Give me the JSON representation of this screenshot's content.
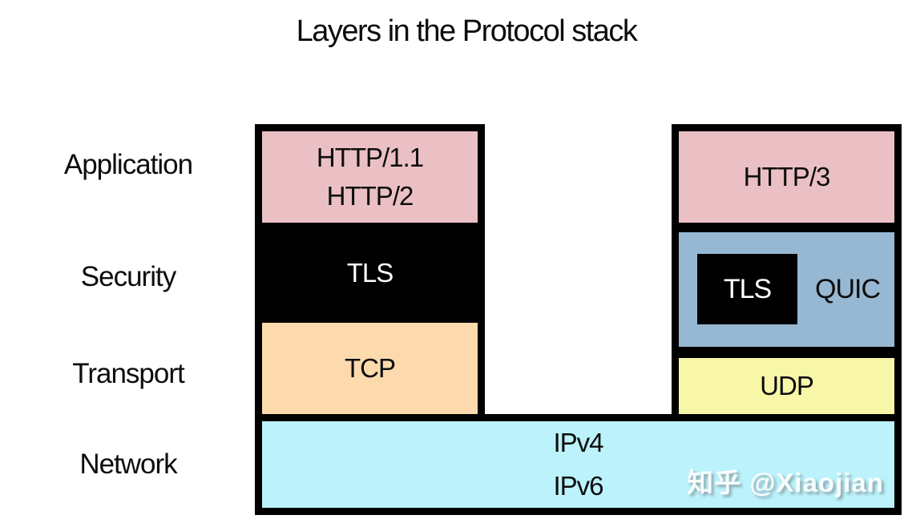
{
  "title": "Layers in the Protocol stack",
  "layer_labels": [
    "Application",
    "Security",
    "Transport",
    "Network"
  ],
  "tcp_stack": {
    "application_line1": "HTTP/1.1",
    "application_line2": "HTTP/2",
    "security": "TLS",
    "transport": "TCP"
  },
  "quic_stack": {
    "application": "HTTP/3",
    "security_inner": "TLS",
    "security_label": "QUIC",
    "transport": "UDP"
  },
  "network_layer": {
    "line1": "IPv4",
    "line2": "IPv6"
  },
  "watermark": "知乎 @Xiaojian",
  "colors": {
    "application_fill": "#eac0c5",
    "tls_fill": "#000000",
    "tcp_fill": "#fcdaae",
    "quic_fill": "#97b8d3",
    "udp_fill": "#f8f6a7",
    "network_fill": "#bbf2fb",
    "border": "#000000",
    "background": "#ffffff"
  }
}
